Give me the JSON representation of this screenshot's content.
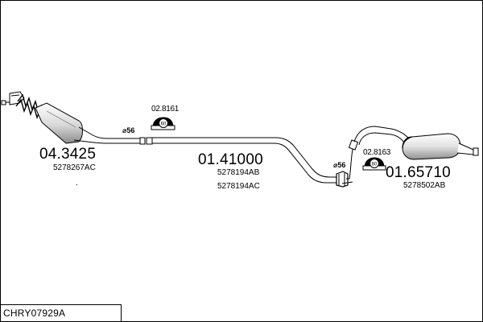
{
  "diagram_code": "CHRY07929A",
  "parts": {
    "front_pipe": {
      "number": "04.3425",
      "oem": "5278267AC"
    },
    "center_pipe": {
      "number": "01.41000",
      "oem": [
        "5278194AB",
        "5278194AC"
      ]
    },
    "rear_silencer": {
      "number": "01.65710",
      "oem": "5278502AB"
    }
  },
  "clamps": {
    "front": {
      "code": "02.8161",
      "size": "60"
    },
    "rear": {
      "code": "02.8163",
      "size": "60"
    }
  },
  "diameter_labels": {
    "front": "⌀56",
    "rear": "⌀56"
  },
  "colors": {
    "line": "#000000",
    "fill": "#ffffff",
    "shading": "#9a9a9a"
  }
}
